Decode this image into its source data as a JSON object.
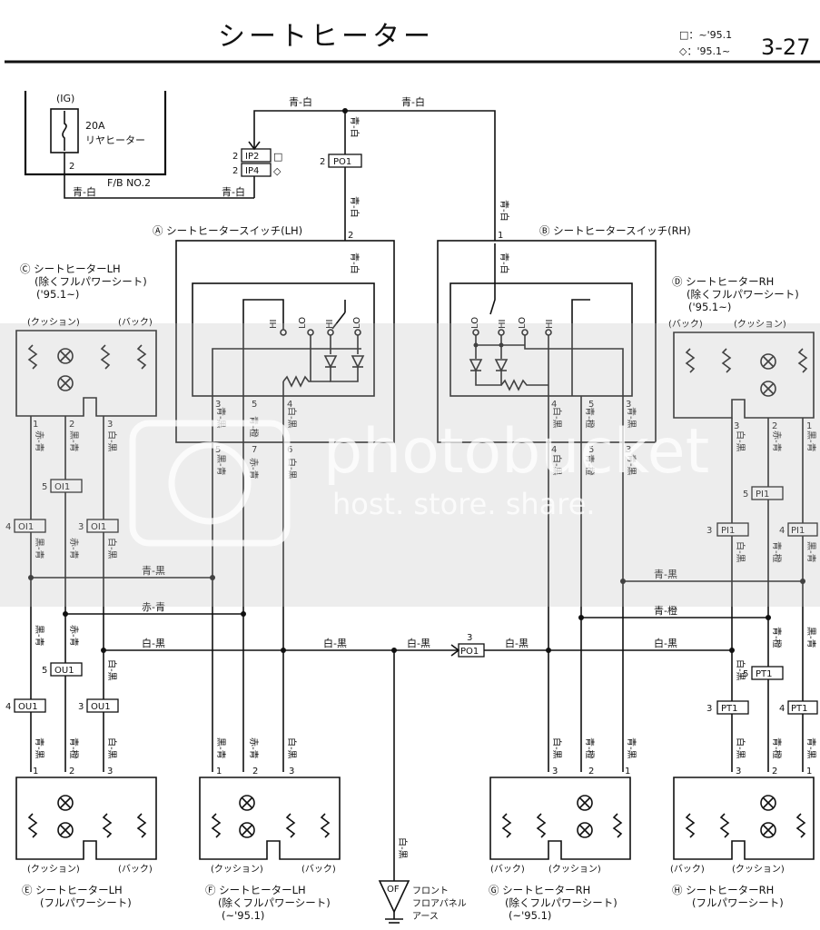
{
  "header": {
    "title": "シートヒーター",
    "page_number": "3-27",
    "legend_square": "□：~'95.1",
    "legend_diamond": "◇：'95.1~"
  },
  "fuse": {
    "ig": "(IG)",
    "rating": "20A",
    "name": "リヤヒーター",
    "pin": "2",
    "box": "F/B NO.2"
  },
  "wire_colors": {
    "blue_white": "青-白",
    "blue_black": "青-黒",
    "red_blue": "赤-青",
    "white_black": "白-黒",
    "blue_orange": "青-橙",
    "black_blue": "黒-青"
  },
  "connectors": {
    "ip2": "IP2",
    "ip4": "IP4",
    "po1": "PO1",
    "oi1": "OI1",
    "ou1": "OU1",
    "pi1": "PI1",
    "pt1": "PT1",
    "ip_marks": [
      "□",
      "◇"
    ],
    "pins": [
      "1",
      "2",
      "3",
      "4",
      "5",
      "6",
      "7"
    ]
  },
  "switch": {
    "lh_label": "Ⓐ シートヒータースイッチ(LH)",
    "rh_label": "Ⓑ シートヒータースイッチ(RH)",
    "hi": "HI",
    "lo": "LO"
  },
  "heaters": {
    "c_title": "Ⓒ シートヒーターLH",
    "c_sub": "(除くフルパワーシート)",
    "c_date": "('95.1~)",
    "d_title": "Ⓓ シートヒーターRH",
    "d_sub": "(除くフルパワーシート)",
    "d_date": "('95.1~)",
    "e_title": "Ⓔ シートヒーターLH",
    "e_sub": "(フルパワーシート)",
    "f_title": "Ⓕ シートヒーターLH",
    "f_sub": "(除くフルパワーシート)",
    "f_date": "(~'95.1)",
    "g_title": "Ⓖ シートヒーターRH",
    "g_sub": "(除くフルパワーシート)",
    "g_date": "(~'95.1)",
    "h_title": "Ⓗ シートヒーターRH",
    "h_sub": "(フルパワーシート)",
    "cushion": "(クッション)",
    "back": "(バック)"
  },
  "ground": {
    "code": "OF",
    "label_1": "フロント",
    "label_2": "フロアパネル",
    "label_3": "アース"
  },
  "watermark": {
    "brand": "photobucket",
    "tagline": "host. store. share."
  }
}
